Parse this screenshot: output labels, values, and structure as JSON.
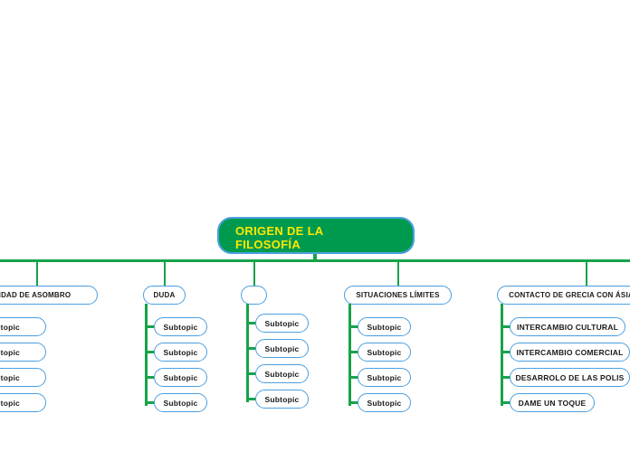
{
  "mindmap": {
    "root": {
      "label_line1": "ORIGEN DE LA",
      "label_line2": "FILOSOFÍA",
      "fill_color": "#009a4e",
      "text_color": "#ffe800",
      "border_color": "#4a9fe0"
    },
    "connector_color": "#17a34a",
    "node_border_color": "#4a9fe0",
    "branches": [
      {
        "label": "PACIDAD DE ASOMBRO",
        "clipped_left": true,
        "children": [
          {
            "label": "Subtopic"
          },
          {
            "label": "Subtopic"
          },
          {
            "label": "Subtopic"
          },
          {
            "label": "Subtopic"
          }
        ]
      },
      {
        "label": "DUDA",
        "children": [
          {
            "label": "Subtopic"
          },
          {
            "label": "Subtopic"
          },
          {
            "label": "Subtopic"
          },
          {
            "label": "Subtopic"
          }
        ]
      },
      {
        "label": "",
        "children": [
          {
            "label": "Subtopic"
          },
          {
            "label": "Subtopic"
          },
          {
            "label": "Subtopic"
          },
          {
            "label": "Subtopic"
          }
        ]
      },
      {
        "label": "SITUACIONES LÍMITES",
        "children": [
          {
            "label": "Subtopic"
          },
          {
            "label": "Subtopic"
          },
          {
            "label": "Subtopic"
          },
          {
            "label": "Subtopic"
          }
        ]
      },
      {
        "label": "CONTACTO DE GRECIA CON ÁSIA",
        "children": [
          {
            "label": "INTERCAMBIO CULTURAL"
          },
          {
            "label": "INTERCAMBIO COMERCIAL"
          },
          {
            "label": "DESARROLO DE LAS POLIS"
          },
          {
            "label": "DAME UN TOQUE"
          }
        ]
      }
    ]
  }
}
